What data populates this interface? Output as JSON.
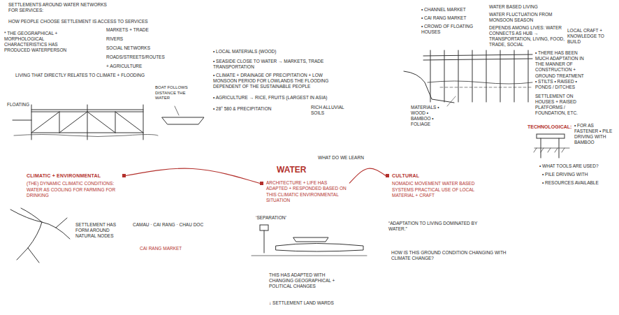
{
  "diagram": {
    "nodes": [
      {
        "text": [
          "CLIMATIC + ENVIRONMENTAL",
          "(THE) DYNAMIC CLIMATIC CONDITIONS: WATER AS COOLING FOR FARMING FOR DRINKING"
        ]
      },
      {
        "text": [
          "ARCHITECTURE + LIFE HAS ADAPTED + RESPONDED BASED ON THIS CLIMATIC ENVIRONMENTAL SITUATION"
        ]
      },
      {
        "text": [
          "CULTURAL",
          "NOMADIC MOVEMENT WATER BASED SYSTEMS PRACTICAL USE OF LOCAL MATERIAL + CRAFT"
        ]
      }
    ],
    "edges": [
      {
        "from": 0,
        "to": 1,
        "arrow": "none"
      },
      {
        "from": 1,
        "to": 2,
        "arrow": "none"
      }
    ],
    "labels": [
      "SETTLEMENTS AROUND WATER NETWORKS FOR SERVICES:",
      "HOW PEOPLE CHOOSE SETTLEMENT IS ACCESS TO SERVICES",
      "MARKETS + TRADE",
      "RIVERS",
      "SOCIAL NETWORKS",
      "ROADS/STREETS/ROUTES",
      "+ AGRICULTURE",
      "* THE GEOGRAPHICAL + MORPHOLOGICAL CHARACTERISTICS HAS PRODUCED WATERPERSON",
      "LIVING THAT DIRECTLY RELATES TO CLIMATE + FLOODING",
      "FLOATING",
      "BOAT FOLLOWS DISTANCE THE WATER",
      "• LOCAL MATERIALS (WOOD)",
      "• SEASIDE CLOSE TO WATER → MARKETS, TRADE TRANSPORTATION",
      "• CLIMATE + DRAINAGE OF PRECIPITATION + LOW MONSOON PERIOD FOR LOWLANDS THE FLOODING DEPENDENT OF THE SUSTAINABLE PEOPLE",
      "• AGRICULTURE → RICE, FRUITS (LARGEST IN ASIA)",
      "• 28° 580 & PRECIPITATION",
      "RICH ALLUVIAL SOILS",
      "• CHANNEL MARKET",
      "• CAI RANG MARKET",
      "• CROWD OF FLOATING HOUSES",
      "WATER BASED LIVING",
      "WATER FLUCTUATION FROM MONSOON SEASON",
      "DEPENDS AMONG LIVES: WATER CONNECTS AS HUB → TRANSPORTATION, LIVING, FOOD, TRADE, SOCIAL",
      "LOCAL CRAFT + KNOWLEDGE TO BUILD",
      "• THERE HAS BEEN MUCH ADAPTATION IN THE MANNER OF CONSTRUCTION + GROUND TREATMENT • STILTS • RAISED • PONDS / DITCHES",
      "SETTLEMENT ON HOUSES + RAISED PLATFORMS / FOUNDATION, ETC.",
      "MATERIALS • WOOD • BAMBOO • FOLIAGE",
      "TECHNOLOGICAL:",
      "• FOR AS FASTENER • PILE DRIVING WITH BAMBOO",
      "• WHAT TOOLS ARE USED?",
      "• PILE DRIVING WITH",
      "• RESOURCES AVAILABLE",
      "WHAT DO WE LEARN",
      "WATER",
      "SETTLEMENT HAS FORM AROUND NATURAL NODES",
      "CAMAU · CAI RANG · CHAU DOC",
      "CAI RANG MARKET",
      "‘SEPARATION’",
      "THIS HAS ADAPTED WITH CHANGING GEOGRAPHICAL + POLITICAL CHANGES",
      "↓ SETTLEMENT LAND WARDS",
      "“ADAPTATION TO LIVING DOMINATED BY WATER.”",
      "HOW IS THIS GROUND CONDITION CHANGING WITH CLIMATE CHANGE?"
    ]
  }
}
